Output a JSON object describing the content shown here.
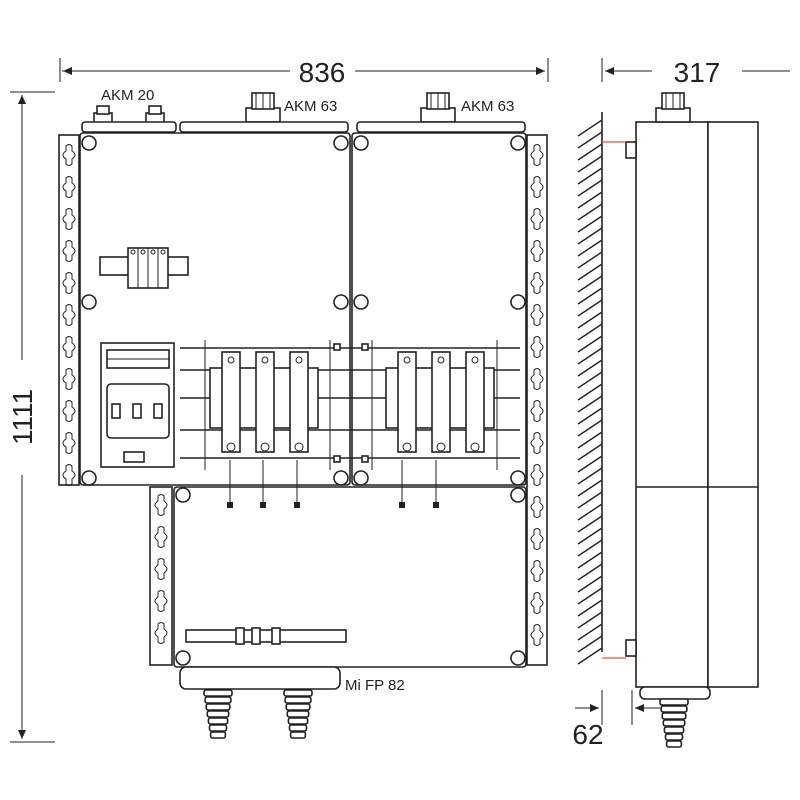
{
  "dimensions": {
    "width": "836",
    "height": "1111",
    "depth": "317",
    "offset": "62"
  },
  "labels": {
    "gland_small": "AKM 20",
    "gland_large_1": "AKM 63",
    "gland_large_2": "AKM 63",
    "bottom_gland": "Mi FP 82"
  },
  "colors": {
    "line": "#222222",
    "accent": "#d65a3a"
  }
}
